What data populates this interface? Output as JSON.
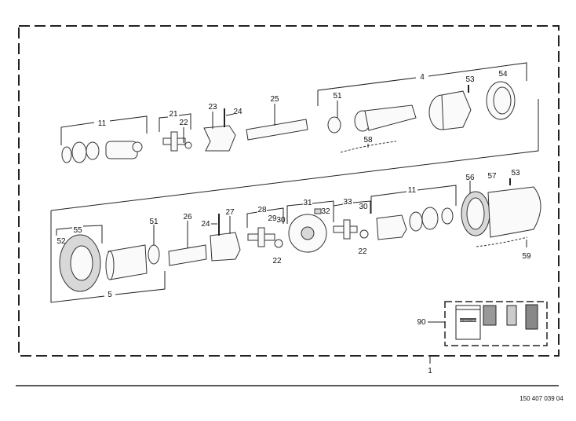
{
  "diagram": {
    "title": "Exploded parts diagram - PTO drive shaft",
    "drawing_number": "150 407 039 04",
    "assembly_label": "1",
    "top_row_labels": [
      "11",
      "21",
      "22",
      "23",
      "24",
      "25",
      "4",
      "51",
      "53",
      "54",
      "58"
    ],
    "bottom_row_labels": [
      "56",
      "57",
      "53",
      "11",
      "33",
      "30",
      "31",
      "32",
      "28",
      "29",
      "30",
      "22",
      "22",
      "27",
      "24",
      "26",
      "51",
      "55",
      "52",
      "5",
      "59"
    ],
    "kit_label": "90",
    "kit_sticker_text": "WALTERSCHEID"
  }
}
